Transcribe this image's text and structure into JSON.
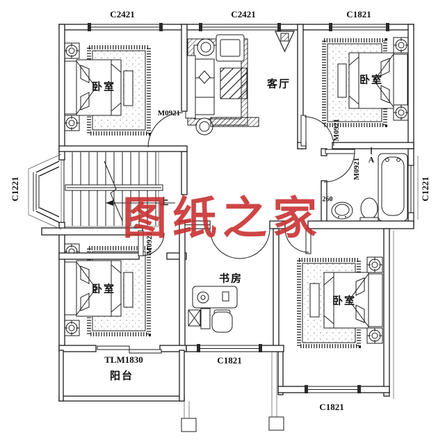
{
  "watermark": {
    "text": "图纸之家",
    "color": "#c62c2c"
  },
  "rooms": {
    "bedroom_top_left": {
      "label": "卧室"
    },
    "living_room": {
      "label": "客厅"
    },
    "bedroom_top_right": {
      "label": "卧室"
    },
    "bedroom_bottom_left": {
      "label": "卧室"
    },
    "study": {
      "label": "书房"
    },
    "bedroom_bottom_right": {
      "label": "卧室"
    },
    "balcony": {
      "label": "阳台"
    }
  },
  "windows": {
    "top_left": "C2421",
    "top_center": "C2421",
    "top_right": "C1821",
    "left": "C1221",
    "right": "C1221",
    "study_bottom": "C1821",
    "bottom_right": "C1821"
  },
  "doors": {
    "living_room": "M0921",
    "bedroom_top_right": "M0921",
    "bathroom": "M0921",
    "bedroom_bottom_left": "M0921",
    "balcony_slider": "TLM1830"
  },
  "annotations": {
    "wall_dim": "260",
    "stairs_up": "上",
    "section_marker": "A"
  },
  "colors": {
    "line": "#1b1b1b",
    "background": "#ffffff"
  }
}
